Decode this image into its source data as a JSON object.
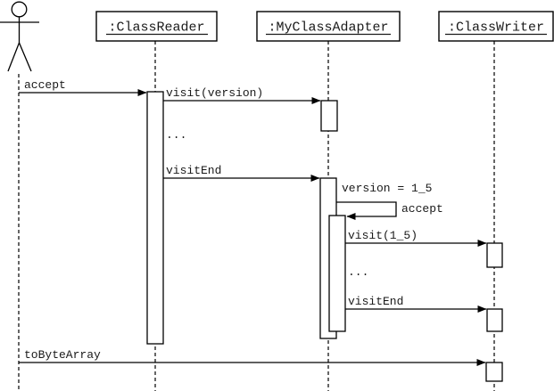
{
  "diagram": {
    "type": "uml-sequence-diagram",
    "background_color": "#ffffff",
    "line_color": "#000000",
    "text_color": "#1a1a1a",
    "actor": {
      "role": "caller",
      "label": ""
    },
    "lifelines": [
      {
        "label": ":ClassReader"
      },
      {
        "label": ":MyClassAdapter"
      },
      {
        "label": ":ClassWriter"
      }
    ],
    "messages": [
      {
        "label": "accept",
        "from": "actor",
        "to": ":ClassReader",
        "type": "call"
      },
      {
        "label": "visit(version)",
        "from": ":ClassReader",
        "to": ":MyClassAdapter",
        "type": "call"
      },
      {
        "label": "...",
        "from": ":ClassReader",
        "to": ":MyClassAdapter",
        "type": "ellipsis"
      },
      {
        "label": "visitEnd",
        "from": ":ClassReader",
        "to": ":MyClassAdapter",
        "type": "call"
      },
      {
        "label": "version = 1_5",
        "from": ":MyClassAdapter",
        "to": ":MyClassAdapter",
        "type": "note"
      },
      {
        "label": "accept",
        "from": ":MyClassAdapter",
        "to": ":MyClassAdapter",
        "type": "self-call"
      },
      {
        "label": "visit(1_5)",
        "from": ":MyClassAdapter",
        "to": ":ClassWriter",
        "type": "call"
      },
      {
        "label": "...",
        "from": ":MyClassAdapter",
        "to": ":ClassWriter",
        "type": "ellipsis"
      },
      {
        "label": "visitEnd",
        "from": ":MyClassAdapter",
        "to": ":ClassWriter",
        "type": "call"
      },
      {
        "label": "toByteArray",
        "from": "actor",
        "to": ":ClassWriter",
        "type": "call"
      }
    ]
  }
}
